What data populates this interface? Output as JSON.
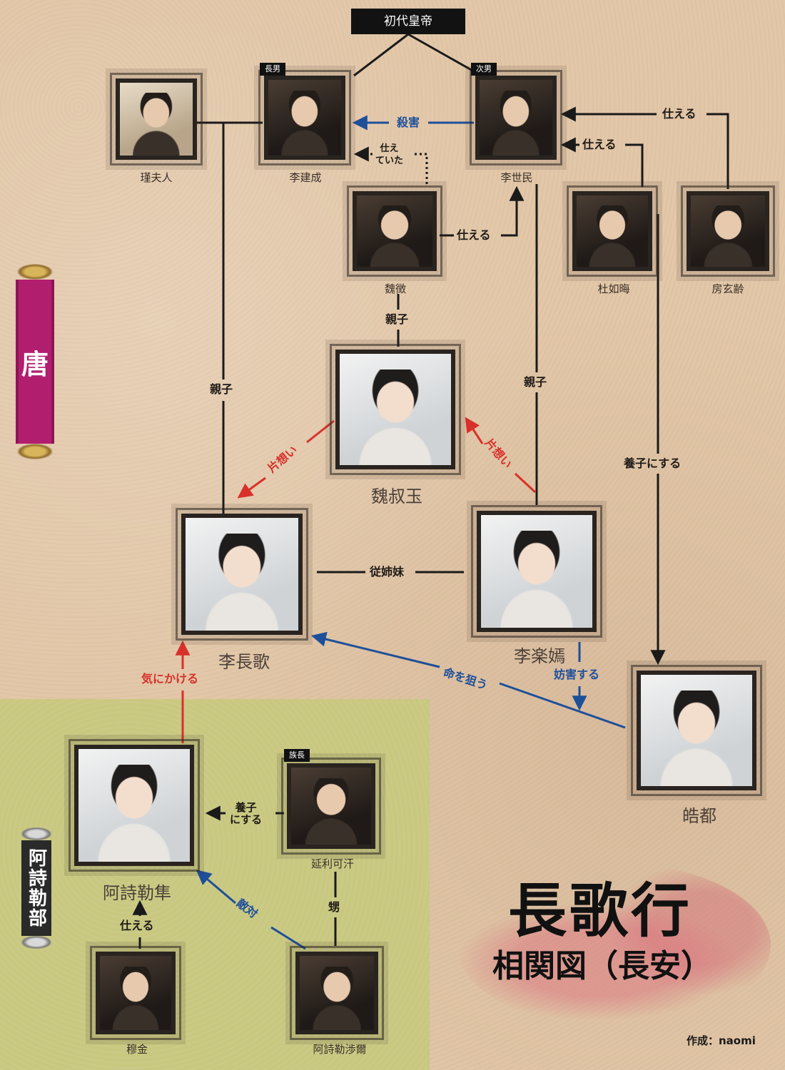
{
  "header": {
    "top_banner": "初代皇帝"
  },
  "factions": {
    "tang": "唐",
    "ashina": "阿詩勒部"
  },
  "title": {
    "main": "長歌行",
    "sub": "相関図（長安）"
  },
  "author": "作成：naomi",
  "tags": {
    "eldest_son": "長男",
    "second_son": "次男",
    "chief": "族長"
  },
  "characters": {
    "jinfuren": "瑾夫人",
    "lijiancheng": "李建成",
    "lishimin": "李世民",
    "weizheng": "魏徴",
    "duruhui": "杜如晦",
    "fangxuanling": "房玄齢",
    "weishuyu": "魏叔玉",
    "lichangge": "李長歌",
    "lileyan": "李楽嫣",
    "haodu": "皓都",
    "ashileisun": "阿詩勒隼",
    "yanlikehan": "延利可汗",
    "mujin": "穆金",
    "ashilesheer": "阿詩勒渉爾"
  },
  "relations": {
    "murder": "殺害",
    "served_top": "仕える",
    "served_mid": "仕える",
    "served_formerly": "仕え\nていた",
    "served_weizheng": "仕える",
    "parent_wei": "親子",
    "parent_li": "親子",
    "parent_lileyan": "親子",
    "adopt_haodu": "養子にする",
    "crush_left": "片想い",
    "crush_right": "片想い",
    "cousins": "従姉妹",
    "hinder": "妨害する",
    "target_life": "命を狙う",
    "care": "気にかける",
    "adopt_sun": "養子\nにする",
    "nephew": "甥",
    "hostile": "敵対",
    "served_mujin": "仕える"
  },
  "colors": {
    "blue": "#1e4f9a",
    "red": "#d8312b",
    "tang_scroll": "#b21e6e",
    "green_zone": "#c8c881"
  }
}
